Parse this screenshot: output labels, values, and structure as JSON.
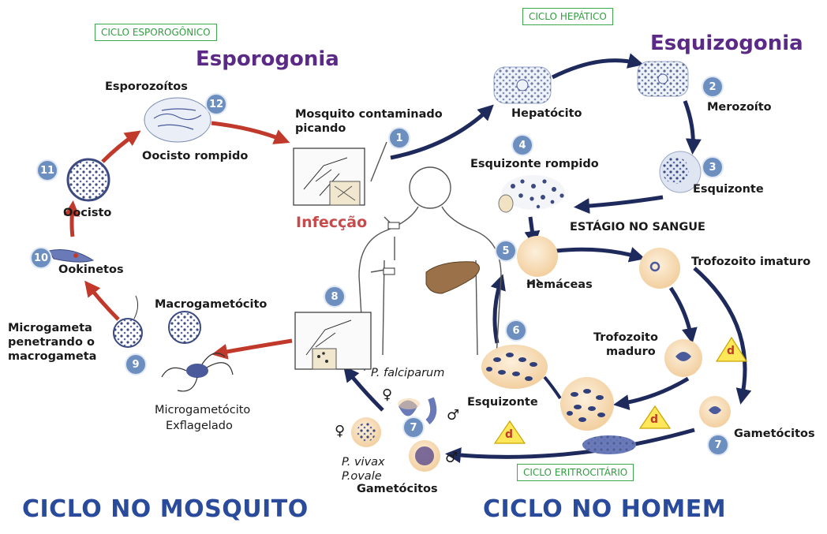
{
  "boxes": {
    "esporogonico": "CICLO ESPOROGÔNICO",
    "hepatico": "CICLO HEPÁTICO",
    "eritrocitario": "CICLO ERITROCITÁRIO"
  },
  "titles": {
    "esporogonia": "Esporogonia",
    "esquizogonia": "Esquizogonia",
    "infeccao": "Infecção",
    "ciclo_mosquito": "CICLO NO MOSQUITO",
    "ciclo_homem": "CICLO NO HOMEM"
  },
  "labels": {
    "esporozoitos": "Esporozoítos",
    "oocisto_rompido": "Oocisto rompido",
    "mosquito_line1": "Mosquito contaminado",
    "mosquito_line2": "picando",
    "hepatocito": "Hepatócito",
    "merozoito": "Merozoíto",
    "esquizonte_rompido": "Esquizonte rompido",
    "esquizonte_hep": "Esquizonte",
    "estagio_sangue": "ESTÁGIO NO SANGUE",
    "oocisto": "Oocisto",
    "ookinetos": "Ookinetos",
    "hemaceas": "Hemáceas",
    "trofozoito_imaturo": "Trofozoito imaturo",
    "macrogametocito": "Macrogametócito",
    "microgameta_1": "Microgameta",
    "microgameta_2": "penetrando o",
    "microgameta_3": "macrogameta",
    "trofozoito_maduro_1": "Trofozoito",
    "trofozoito_maduro_2": "maduro",
    "p_falciparum": "P. falciparum",
    "esquizonte_sangue": "Esquizonte",
    "microgametocito_1": "Microgametócito",
    "microgametocito_2": "Exflagelado",
    "gametocitos_right": "Gametócitos",
    "p_vivax": "P. vivax",
    "p_ovale": "P.ovale",
    "gametocitos_bottom": "Gametócitos",
    "female": "♀",
    "male": "♂",
    "d": "d"
  },
  "steps": [
    "1",
    "2",
    "3",
    "4",
    "5",
    "6",
    "7",
    "7",
    "8",
    "9",
    "10",
    "11",
    "12"
  ],
  "colors": {
    "red_arrow": "#c0392b",
    "navy_arrow": "#1f2a5c",
    "step_badge": "#6c8fc0",
    "cell_fill": "#f7dcb8",
    "parasite_blue": "#4a5a9a",
    "purple_title": "#5b2a86",
    "bottom_title": "#2a4a9b",
    "green_box": "#3fa84a"
  }
}
